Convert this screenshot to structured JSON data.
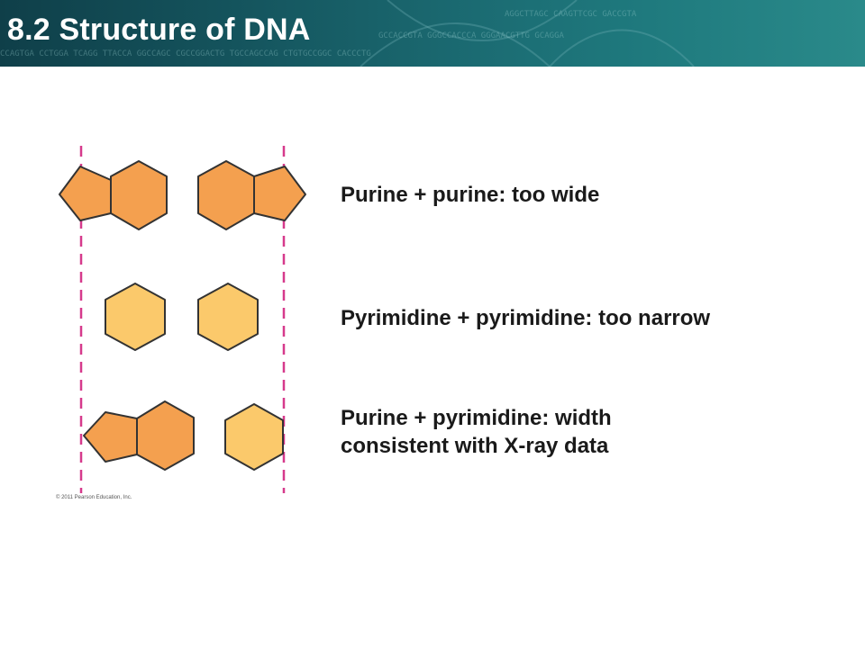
{
  "slide": {
    "title": "8.2 Structure of DNA"
  },
  "captions": [
    {
      "line1": "Purine + purine: too wide",
      "line2": ""
    },
    {
      "line1": "Pyrimidine + pyrimidine: too narrow",
      "line2": ""
    },
    {
      "line1": "Purine + pyrimidine: width",
      "line2": "consistent with X-ray data"
    }
  ],
  "copyright": "© 2011 Pearson Education, Inc.",
  "colors": {
    "purine": "#f4a04f",
    "pyrimidine": "#fbc96b",
    "outline": "#333333",
    "guide_line": "#d63a8c",
    "banner": "#15565f",
    "title_text": "#ffffff"
  }
}
